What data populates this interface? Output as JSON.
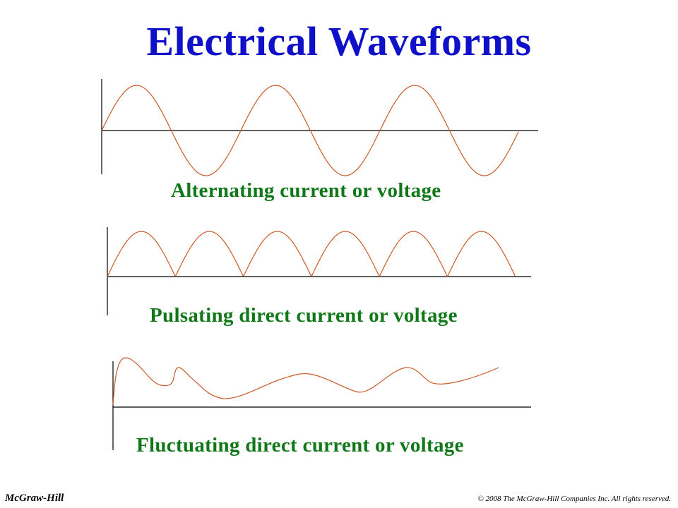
{
  "slide": {
    "title": "Electrical Waveforms"
  },
  "waveforms": [
    {
      "id": "ac",
      "label": "Alternating current or voltage"
    },
    {
      "id": "pdc",
      "label": "Pulsating direct current or voltage"
    },
    {
      "id": "fdc",
      "label": "Fluctuating direct current or voltage"
    }
  ],
  "footer": {
    "publisher": "McGraw-Hill",
    "copyright": "© 2008 The McGraw-Hill Companies Inc. All rights reserved."
  },
  "colors": {
    "title": "#1010c8",
    "caption": "#107818",
    "axis": "#000000",
    "wave": "#c85a28",
    "footer": "#000000"
  }
}
